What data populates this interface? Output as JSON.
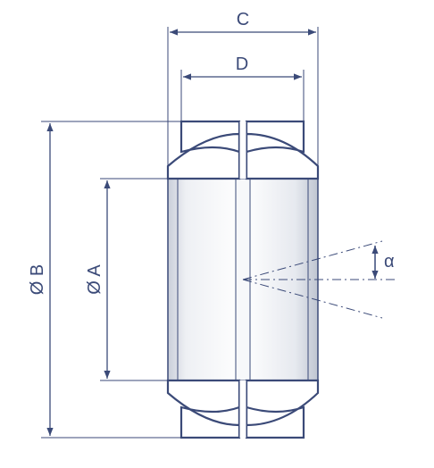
{
  "labels": {
    "c": "C",
    "d": "D",
    "b": "Ø B",
    "a": "Ø A",
    "alpha": "α"
  },
  "colors": {
    "line": "#3b4a78",
    "ring_fill": "#e3e6ec",
    "ring_light": "#f4f5f8"
  }
}
